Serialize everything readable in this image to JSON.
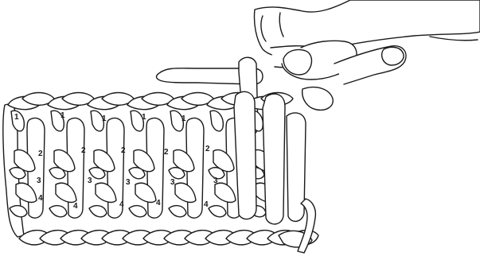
{
  "illustration": {
    "stroke_color": "#1a1a1a",
    "fill_color": "#ffffff",
    "stitch_labels": {
      "loop_1": "1",
      "loop_2": "2",
      "loop_3": "3",
      "loop_4": "4"
    },
    "hand": "right-hand-holding-crochet-hook",
    "hook": "crochet-hook"
  }
}
